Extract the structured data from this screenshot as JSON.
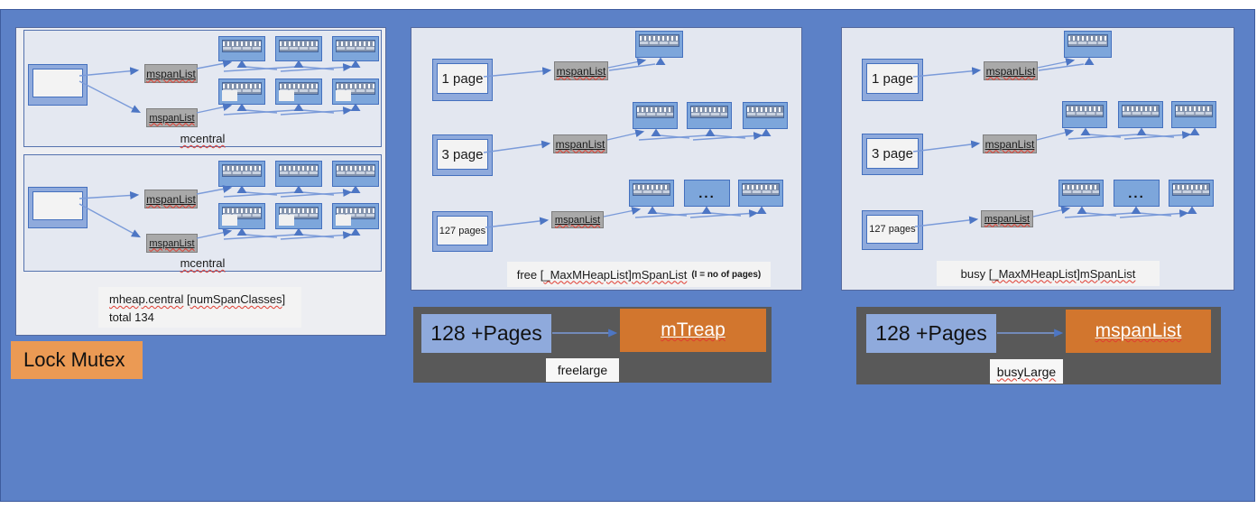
{
  "left_panel": {
    "groups": [
      {
        "caption": "mcentral",
        "spanlists": [
          "mspanList",
          "mspanList"
        ]
      },
      {
        "caption": "mcentral",
        "spanlists": [
          "mspanList",
          "mspanList"
        ]
      }
    ],
    "summary": {
      "struct": "mheap.central",
      "open": " [",
      "index": "numSpanClasses",
      "close": "]",
      "total": "total 134"
    },
    "lock_label": "Lock Mutex"
  },
  "free_panel": {
    "rows": [
      {
        "size": "1 page",
        "list": "mspanList"
      },
      {
        "size": "3 page",
        "list": "mspanList"
      },
      {
        "size": "127 pages",
        "list": "mspanList"
      }
    ],
    "ellipsis": "...",
    "caption": {
      "prefix": "free [",
      "wavy": "_MaxMHeapList]mSpanList",
      "note": "(I = no of pages)"
    },
    "large": {
      "pages": "128 +Pages",
      "target": "mTreap",
      "tag": "freelarge"
    }
  },
  "busy_panel": {
    "rows": [
      {
        "size": "1 page",
        "list": "mspanList"
      },
      {
        "size": "3 page",
        "list": "mspanList"
      },
      {
        "size": "127 pages",
        "list": "mspanList"
      }
    ],
    "ellipsis": "...",
    "caption": {
      "prefix": "busy [",
      "wavy": "_MaxMHeapList]mSpanList"
    },
    "large": {
      "pages": "128 +Pages",
      "target": "mspanList",
      "tag": "busyLarge"
    }
  },
  "colors": {
    "slide_bg": "#5C81C7",
    "panel_bg": "#E3E7F0",
    "accent_blue": "#4470BE",
    "span_fill": "#7DA6DB",
    "gray_label": "#A9A9A9",
    "orange_box": "#D2762E",
    "lock_orange": "#EB9A54",
    "dark_panel": "#595959",
    "pages_blue": "#8FAADC"
  }
}
